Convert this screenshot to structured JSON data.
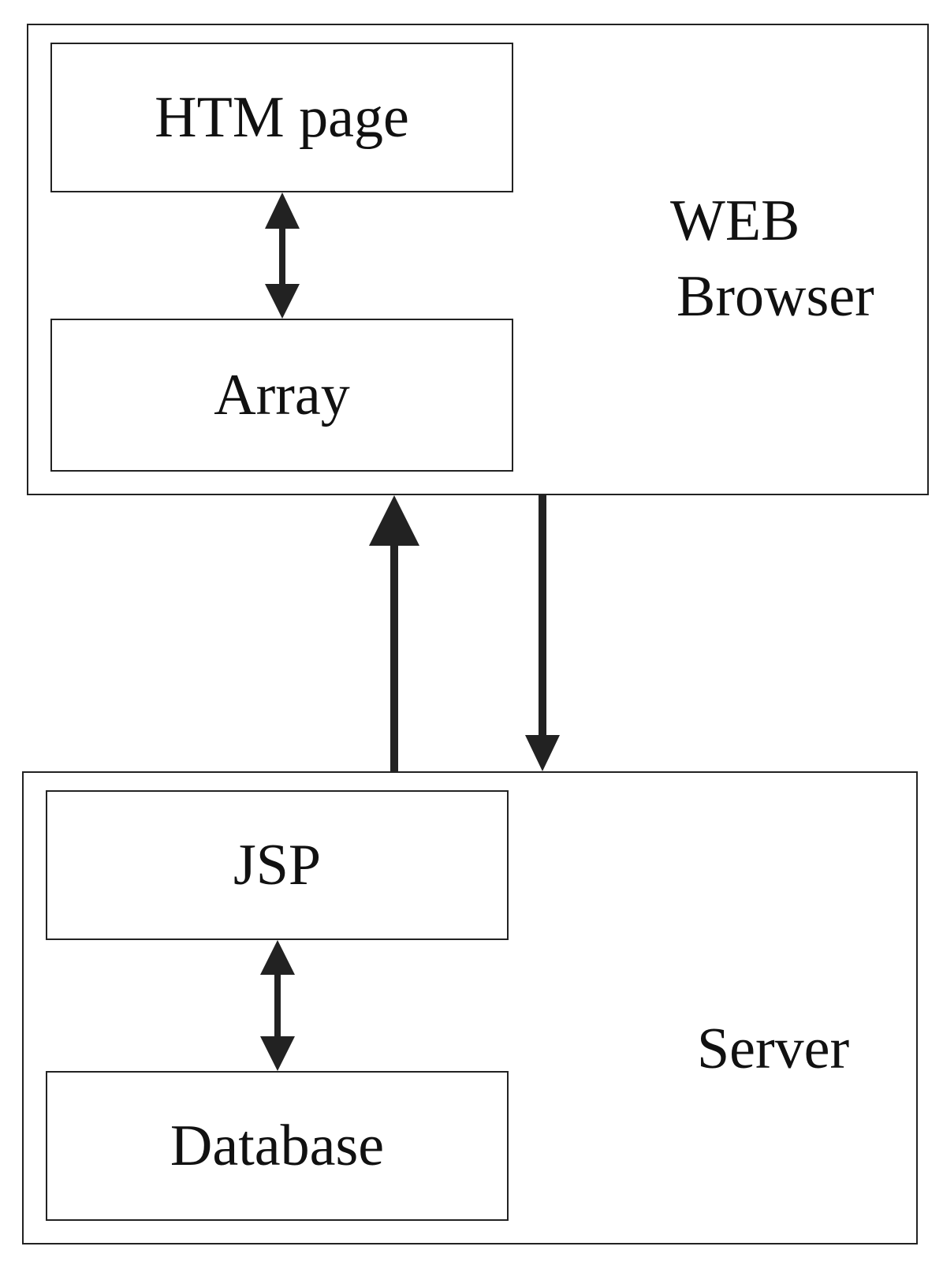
{
  "browser": {
    "label_line1": "WEB",
    "label_line2": "Browser",
    "box_top": "HTM page",
    "box_bottom": "Array"
  },
  "server": {
    "label": "Server",
    "box_top": "JSP",
    "box_bottom": "Database"
  },
  "colors": {
    "line": "#222222",
    "background": "#ffffff"
  }
}
